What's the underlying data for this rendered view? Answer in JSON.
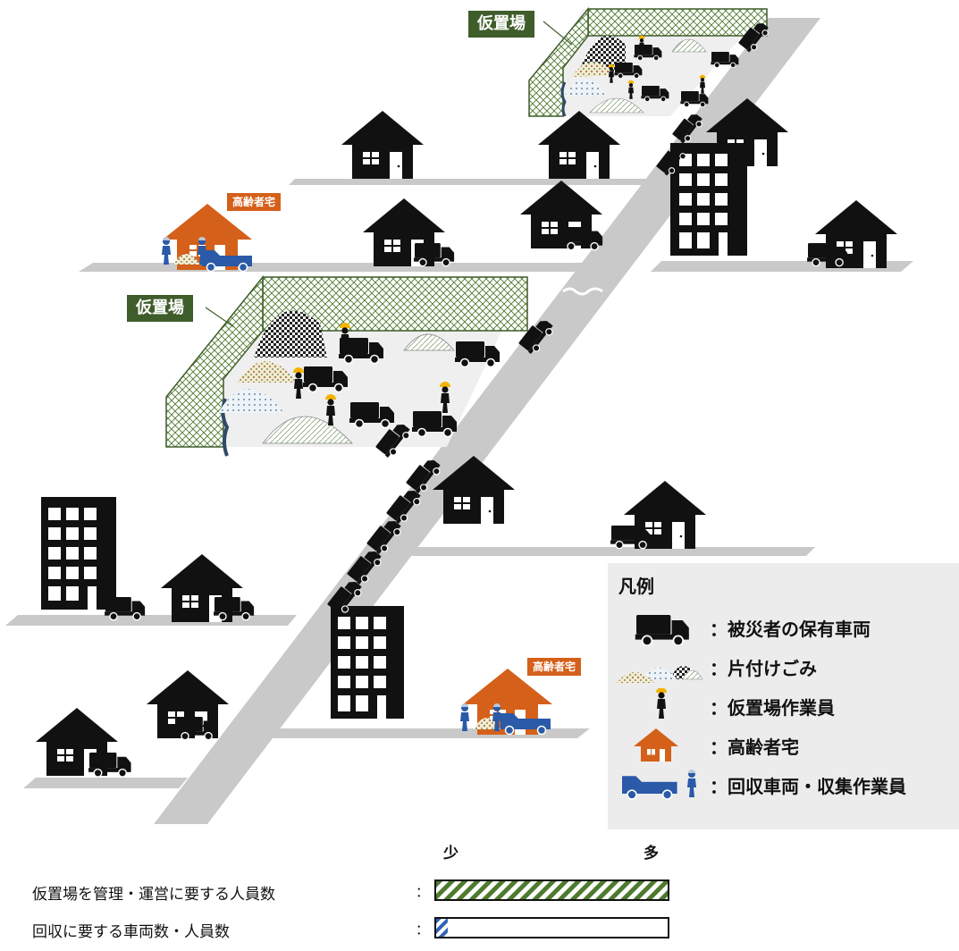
{
  "zones": {
    "temp_site_label": "仮置場",
    "elderly_home_label": "高齢者宅"
  },
  "legend": {
    "title": "凡例",
    "items": [
      {
        "key": "vehicle",
        "label": "：被災者の保有車両"
      },
      {
        "key": "debris",
        "label": "：片付けごみ"
      },
      {
        "key": "worker",
        "label": "：仮置場作業員"
      },
      {
        "key": "elderly",
        "label": "：高齢者宅"
      },
      {
        "key": "collection",
        "label": "：回収車両・収集作業員"
      }
    ]
  },
  "scale": {
    "low_label": "少",
    "high_label": "多",
    "rows": [
      {
        "label": "仮置場を管理・運営に要する人員数",
        "colon": "：",
        "fraction": 1.0,
        "pattern": "green-hatch",
        "color": "#4e7a2e"
      },
      {
        "label": "回収に要する車両数・人員数",
        "colon": "：",
        "fraction": 0.05,
        "pattern": "blue-hatch",
        "color": "#2f63b8"
      }
    ]
  },
  "colors": {
    "road": "#c9c9c9",
    "building": "#111111",
    "site_fill": "#efefef",
    "fence": "#3f5d2b",
    "elderly_home": "#d4601a",
    "collection_vehicle": "#2a5aa8",
    "helmet": "#f2b400",
    "legend_bg": "#ececec"
  }
}
